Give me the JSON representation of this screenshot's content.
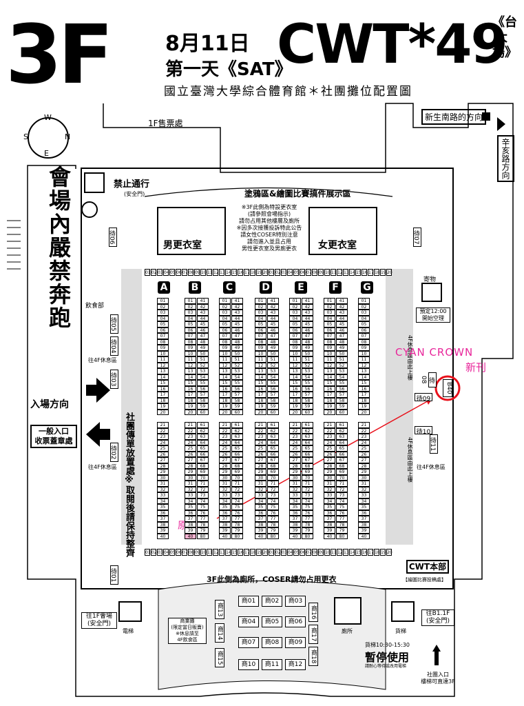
{
  "header": {
    "floor": "3F",
    "date_line1": "8月11日",
    "date_line2": "第一天《SAT》",
    "event": "CWT*49",
    "side_title": "《台大場》",
    "subtitle": "國立臺灣大學綜合體育館＊社團攤位配置圖"
  },
  "compass": {
    "n": "N",
    "s": "S",
    "e": "E",
    "w": "W"
  },
  "labels": {
    "ticket": "1F售票處",
    "xinsheng": "新生南路的方向",
    "xinhai": "辛亥路方向",
    "no_running": "會場內嚴禁奔跑",
    "no_entry": "禁止通行",
    "no_entry_sub": "(安全門)",
    "graffiti": "塗鴉區&繪圖比賽搞件展示區",
    "men_change": "男更衣室",
    "women_change": "女更衣室",
    "notice": "※3F此側為特設更衣室\n(請參照會場指示)\n請勿占用其他樓層及廁所\n※因多次接獲投訴特此公告\n請女性COSER特別注意\n請勿進入並且占用\n男性更衣室及男廁更衣",
    "food": "飲食部",
    "luggage": "寄物",
    "ac_time": "預定12:00\n開始空理",
    "rest_4f_left_top": "往4F休息區",
    "rest_4f_left_bottom": "往4F休息區",
    "rest_4f_right_top": "4F休息區由此上樓",
    "rest_4f_right_bottom": "4F休息區由此上樓",
    "rest_4f_right_lower": "往4F休息區",
    "entry_direction": "入場方向",
    "general_entry": "一般入口\n收票蓋章處",
    "flyer": "社團傳單放置處※取閱後請保持整齊",
    "highlight_name": "CYAN CROWN",
    "highlight_note": "新刊",
    "orig_booth": "原攤位",
    "restroom_note": "3F此側為廁所，COSER請勿占用更衣",
    "cwt_hq": "CWT本部",
    "cwt_hq_sub": "【繪圖比賽投稿處】",
    "to_1f": "往1F會場\n(安全門)",
    "to_b1": "往B1.1F\n(安全門)",
    "elevator_left": "電梯",
    "elevator_right": "貨梯",
    "toilet": "廁所",
    "commercial": "商業攤\n(限定當日販賣)\n※休息請至\n4F飲食區",
    "pause": "暫停使用",
    "pause_time": "貨梯10:30-15:30",
    "pause_sub": "請耐心等待或改用電梯",
    "club_entry": "社團入口\n樓梯可直達3F"
  },
  "columns": [
    "A",
    "B",
    "C",
    "D",
    "E",
    "F",
    "G"
  ],
  "wait_labels": [
    "待01",
    "待02",
    "待03",
    "待04",
    "待05",
    "待06",
    "待07",
    "待08",
    "待09",
    "待10",
    "待11"
  ],
  "commercial_stalls": [
    "商01",
    "商02",
    "商03",
    "商04",
    "商05",
    "商06",
    "商07",
    "商08",
    "商09",
    "商10",
    "商11",
    "商12",
    "商13",
    "商14",
    "商15",
    "商16",
    "商17",
    "商18"
  ],
  "highlight_booth": "B40",
  "orig_booth_id": "B40",
  "colors": {
    "highlight_red": "#e8101a",
    "magenta": "#e8259a",
    "pink_fill": "#f9b4d2"
  }
}
